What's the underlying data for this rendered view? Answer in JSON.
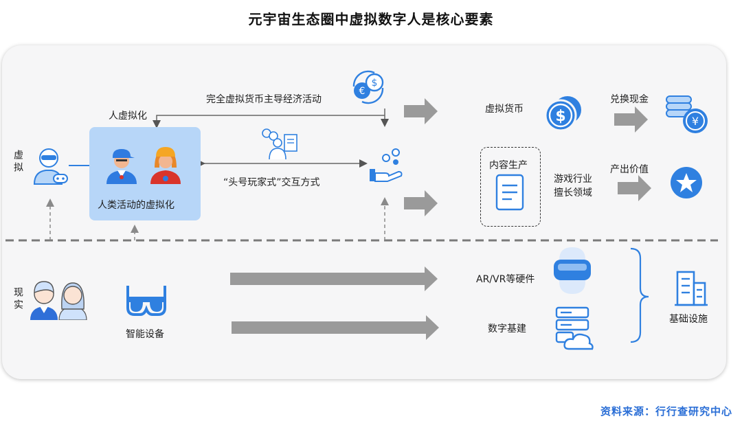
{
  "title": "元宇宙生态圈中虚拟数字人是核心要素",
  "labels": {
    "virtual": "虚拟",
    "reality": "现实",
    "person_virtualize": "人虚拟化",
    "human_activity_virtual": "人类活动的虚拟化",
    "virtual_currency_economy": "完全虚拟货币主导经济活动",
    "interaction_mode": "“头号玩家式”交互方式",
    "virtual_currency": "虚拟货币",
    "exchange_cash": "兑换现金",
    "content_production": "内容生产",
    "game_industry_line1": "游戏行业",
    "game_industry_line2": "擅长领域",
    "produce_value": "产出价值",
    "smart_device": "智能设备",
    "arvr_hardware": "AR/VR等硬件",
    "digital_infra": "数字基建",
    "infrastructure": "基础设施"
  },
  "source": "资料来源：行行查研究中心",
  "colors": {
    "accent_blue": "#2f80e0",
    "light_blue_box": "#b7d6f8",
    "arrow_gray": "#9a9a9a",
    "source_text": "#2a6ed6"
  },
  "icons": [
    "virtual-avatar-icon",
    "human-avatar-male-icon",
    "human-avatar-female-icon",
    "currency-exchange-icon",
    "presenter-icon",
    "hand-coins-icon",
    "dollar-coins-icon",
    "cash-stack-icon",
    "document-icon",
    "star-badge-icon",
    "people-pair-icon",
    "vr-goggles-icon",
    "vr-headset-icon",
    "server-cloud-icon",
    "building-icon"
  ]
}
